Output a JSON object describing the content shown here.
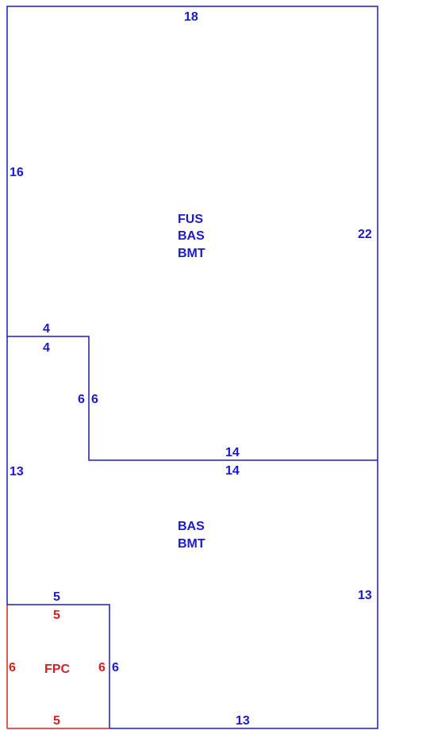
{
  "areas": {
    "upper": {
      "codes": [
        "FUS",
        "BAS",
        "BMT"
      ]
    },
    "lower": {
      "codes": [
        "BAS",
        "BMT"
      ]
    },
    "corner": {
      "codes": [
        "FPC"
      ]
    }
  },
  "dimensions": {
    "upper_top": "18",
    "upper_left": "16",
    "upper_right": "22",
    "notch_top_outer": "4",
    "notch_top_inner": "4",
    "notch_side_left": "6",
    "notch_side_right": "6",
    "divider_upper": "14",
    "divider_lower": "14",
    "lower_left": "13",
    "lower_right": "13",
    "lower_bottom": "13",
    "corner_top_outer": "5",
    "corner_top_inner": "5",
    "corner_left": "6",
    "corner_right_inner": "6",
    "corner_right_outer": "6",
    "corner_bottom": "5"
  },
  "colors": {
    "structure": "#1a1acc",
    "corner": "#d62020"
  }
}
